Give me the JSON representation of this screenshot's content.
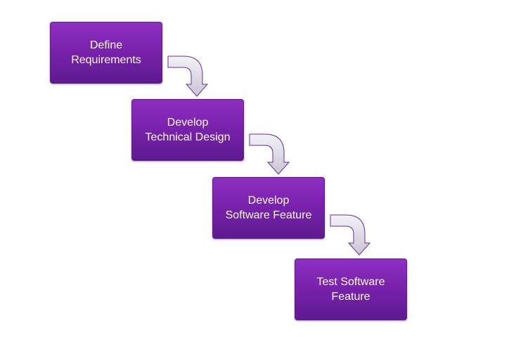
{
  "diagram": {
    "steps": [
      {
        "label": "Define\nRequirements"
      },
      {
        "label": "Develop\nTechnical Design"
      },
      {
        "label": "Develop\nSoftware Feature"
      },
      {
        "label": "Test Software\nFeature"
      }
    ],
    "colors": {
      "box_top": "#8e2fc2",
      "box_bottom": "#5e1a8e",
      "box_border": "#5a1e86",
      "box_text": "#ffffff",
      "arrow_fill_light": "#f4f2f7",
      "arrow_fill_dark": "#c9c3d3",
      "arrow_stroke": "#6a2a98"
    }
  }
}
